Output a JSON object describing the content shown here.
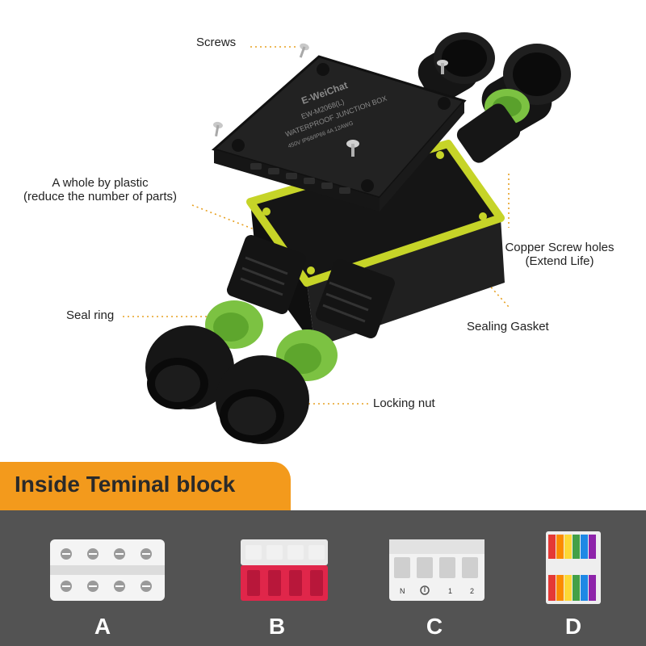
{
  "callouts": {
    "screws": "Screws",
    "plastic_line1": "A whole by plastic",
    "plastic_line2": "(reduce the number of parts)",
    "copper_line1": "Copper Screw holes",
    "copper_line2": "(Extend Life)",
    "seal_ring": "Seal ring",
    "sealing_gasket": "Sealing Gasket",
    "locking_nut": "Locking nut"
  },
  "lid_text": {
    "brand": "E-WeiChat",
    "model": "EW-M2068(L)",
    "title": "WATERPROOF JUNCTION BOX",
    "spec": "450V IP68/IP66 4A 12AWG"
  },
  "terminal_labels": {
    "n": "N",
    "one": "1",
    "two": "2"
  },
  "banner": {
    "title": "Inside Teminal block"
  },
  "options": [
    "A",
    "B",
    "C",
    "D"
  ],
  "colors": {
    "accent_orange": "#f39a1c",
    "gasket_yellow_green": "#c6d428",
    "seal_ring_green": "#7cc242",
    "dark_panel": "#535353",
    "wago_red": "#e0264a"
  },
  "icons": [
    "screw-icon",
    "junction-box-icon",
    "terminal-strip-a-icon",
    "lever-connector-b-icon",
    "push-in-terminal-c-icon",
    "rainbow-connector-d-icon"
  ]
}
